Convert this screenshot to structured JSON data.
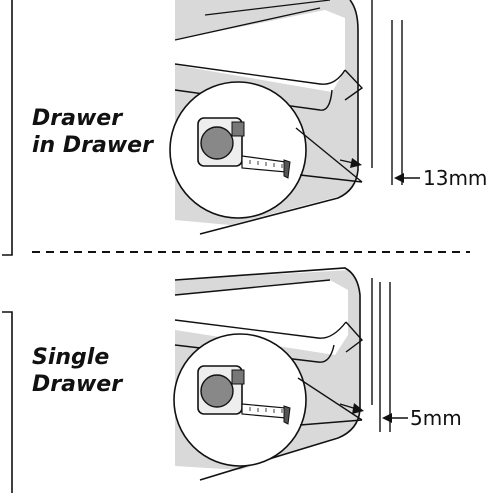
{
  "top_panel": {
    "title_line1": "Drawer",
    "title_line2": "in Drawer",
    "gap_label": "13mm"
  },
  "bottom_panel": {
    "title_line1": "Single",
    "title_line2": "Drawer",
    "gap_label": "5mm"
  },
  "icons": [
    "tape-measure-icon",
    "dimension-arrow-icon"
  ],
  "colors": {
    "line": "#111111",
    "cabinet_fill": "#d9d9d9",
    "background": "#ffffff"
  }
}
